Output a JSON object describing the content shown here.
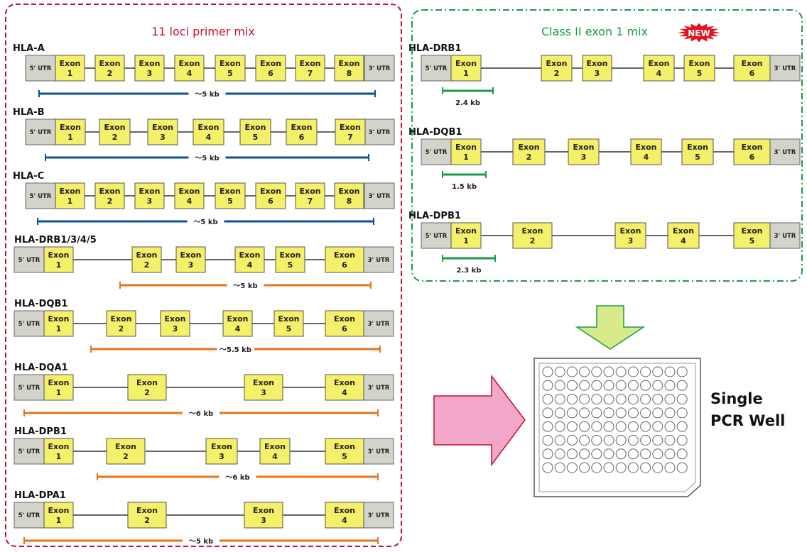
{
  "left_panel": {
    "title": "11 loci primer mix",
    "loci": [
      {
        "name": "HLA-A",
        "utr5": "5' UTR",
        "utr3": "3' UTR",
        "exons": [
          {
            "line1": "Exon",
            "line2": "1"
          },
          {
            "line1": "Exon",
            "line2": "2"
          },
          {
            "line1": "Exon",
            "line2": "3"
          },
          {
            "line1": "Exon",
            "line2": "4"
          },
          {
            "line1": "Exon",
            "line2": "5"
          },
          {
            "line1": "Exon",
            "line2": "6"
          },
          {
            "line1": "Exon",
            "line2": "7"
          },
          {
            "line1": "Exon",
            "line2": "8"
          }
        ],
        "amplicon": "～5 kb",
        "amplicon_color": "#0b4ea2"
      },
      {
        "name": "HLA-B",
        "utr5": "5' UTR",
        "utr3": "3' UTR",
        "exons": [
          {
            "line1": "Exon",
            "line2": "1"
          },
          {
            "line1": "Exon",
            "line2": "2"
          },
          {
            "line1": "Exon",
            "line2": "3"
          },
          {
            "line1": "Exon",
            "line2": "4"
          },
          {
            "line1": "Exon",
            "line2": "5"
          },
          {
            "line1": "Exon",
            "line2": "6"
          },
          {
            "line1": "Exon",
            "line2": "7"
          }
        ],
        "amplicon": "～5 kb",
        "amplicon_color": "#0b4ea2"
      },
      {
        "name": "HLA-C",
        "utr5": "5' UTR",
        "utr3": "3' UTR",
        "exons": [
          {
            "line1": "Exon",
            "line2": "1"
          },
          {
            "line1": "Exon",
            "line2": "2"
          },
          {
            "line1": "Exon",
            "line2": "3"
          },
          {
            "line1": "Exon",
            "line2": "4"
          },
          {
            "line1": "Exon",
            "line2": "5"
          },
          {
            "line1": "Exon",
            "line2": "6"
          },
          {
            "line1": "Exon",
            "line2": "7"
          },
          {
            "line1": "Exon",
            "line2": "8"
          }
        ],
        "amplicon": "～5 kb",
        "amplicon_color": "#0b4ea2"
      },
      {
        "name": "HLA-DRB1/3/4/5",
        "utr5": "5' UTR",
        "utr3": "3' UTR",
        "exons": [
          {
            "line1": "Exon",
            "line2": "1"
          },
          {
            "line1": "Exon",
            "line2": "2"
          },
          {
            "line1": "Exon",
            "line2": "3"
          },
          {
            "line1": "Exon",
            "line2": "4"
          },
          {
            "line1": "Exon",
            "line2": "5"
          },
          {
            "line1": "Exon",
            "line2": "6"
          }
        ],
        "amplicon": "～5 kb",
        "amplicon_color": "#e8731a"
      },
      {
        "name": "HLA-DQB1",
        "utr5": "5' UTR",
        "utr3": "3' UTR",
        "exons": [
          {
            "line1": "Exon",
            "line2": "1"
          },
          {
            "line1": "Exon",
            "line2": "2"
          },
          {
            "line1": "Exon",
            "line2": "3"
          },
          {
            "line1": "Exon",
            "line2": "4"
          },
          {
            "line1": "Exon",
            "line2": "5"
          },
          {
            "line1": "Exon",
            "line2": "6"
          }
        ],
        "amplicon": "～5.5 kb",
        "amplicon_color": "#e8731a"
      },
      {
        "name": "HLA-DQA1",
        "utr5": "5' UTR",
        "utr3": "3' UTR",
        "exons": [
          {
            "line1": "Exon",
            "line2": "1"
          },
          {
            "line1": "Exon",
            "line2": "2"
          },
          {
            "line1": "Exon",
            "line2": "3"
          },
          {
            "line1": "Exon",
            "line2": "4"
          }
        ],
        "amplicon": "～6 kb",
        "amplicon_color": "#e8731a"
      },
      {
        "name": "HLA-DPB1",
        "utr5": "5' UTR",
        "utr3": "3' UTR",
        "exons": [
          {
            "line1": "Exon",
            "line2": "1"
          },
          {
            "line1": "Exon",
            "line2": "2"
          },
          {
            "line1": "Exon",
            "line2": "3"
          },
          {
            "line1": "Exon",
            "line2": "4"
          },
          {
            "line1": "Exon",
            "line2": "5"
          }
        ],
        "amplicon": "～6 kb",
        "amplicon_color": "#e8731a"
      },
      {
        "name": "HLA-DPA1",
        "utr5": "5' UTR",
        "utr3": "3' UTR",
        "exons": [
          {
            "line1": "Exon",
            "line2": "1"
          },
          {
            "line1": "Exon",
            "line2": "2"
          },
          {
            "line1": "Exon",
            "line2": "3"
          },
          {
            "line1": "Exon",
            "line2": "4"
          }
        ],
        "amplicon": "～5 kb",
        "amplicon_color": "#e8731a"
      }
    ]
  },
  "right_panel": {
    "title": "Class II exon 1 mix",
    "badge": "NEW",
    "loci": [
      {
        "name": "HLA-DRB1",
        "utr5": "5' UTR",
        "utr3": "3' UTR",
        "exons": [
          {
            "line1": "Exon",
            "line2": "1"
          },
          {
            "line1": "Exon",
            "line2": "2"
          },
          {
            "line1": "Exon",
            "line2": "3"
          },
          {
            "line1": "Exon",
            "line2": "4"
          },
          {
            "line1": "Exon",
            "line2": "5"
          },
          {
            "line1": "Exon",
            "line2": "6"
          }
        ],
        "amplicon": "2.4 kb",
        "amplicon_color": "#1a9a4a"
      },
      {
        "name": "HLA-DQB1",
        "utr5": "5' UTR",
        "utr3": "3' UTR",
        "exons": [
          {
            "line1": "Exon",
            "line2": "1"
          },
          {
            "line1": "Exon",
            "line2": "2"
          },
          {
            "line1": "Exon",
            "line2": "3"
          },
          {
            "line1": "Exon",
            "line2": "4"
          },
          {
            "line1": "Exon",
            "line2": "5"
          },
          {
            "line1": "Exon",
            "line2": "6"
          }
        ],
        "amplicon": "1.5 kb",
        "amplicon_color": "#1a9a4a"
      },
      {
        "name": "HLA-DPB1",
        "utr5": "5' UTR",
        "utr3": "3' UTR",
        "exons": [
          {
            "line1": "Exon",
            "line2": "1"
          },
          {
            "line1": "Exon",
            "line2": "2"
          },
          {
            "line1": "Exon",
            "line2": "3"
          },
          {
            "line1": "Exon",
            "line2": "4"
          },
          {
            "line1": "Exon",
            "line2": "5"
          }
        ],
        "amplicon": "2.3 kb",
        "amplicon_color": "#1a9a4a"
      }
    ]
  },
  "pcr": {
    "line1": "Single",
    "line2": "PCR Well"
  },
  "colors": {
    "left_border": "#c8102e",
    "right_border": "#1a9a4a",
    "exon_fill": "#f4f06a",
    "utr_fill": "#d3d3cc",
    "new_badge": "#e8101e",
    "down_arrow": "#d8ea8a",
    "right_arrow": "#f2a6c8"
  },
  "plate": {
    "rows": 8,
    "cols": 12
  }
}
